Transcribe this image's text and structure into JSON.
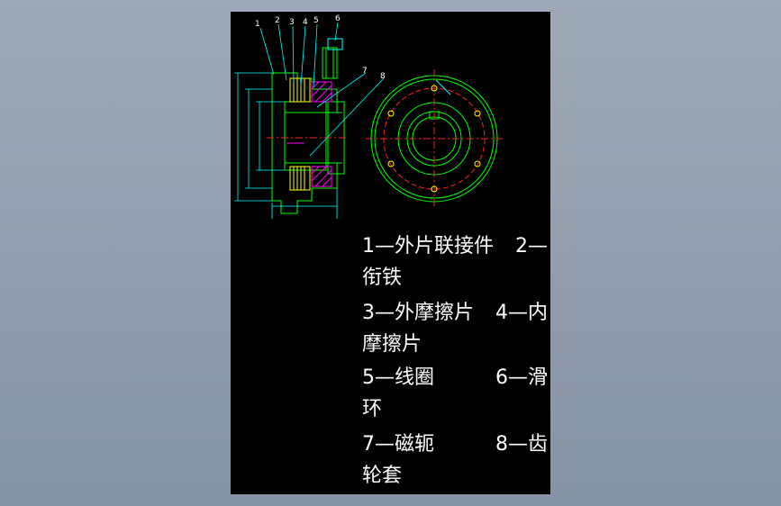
{
  "colors": {
    "background": "#8a96a8",
    "sheet": "#000000",
    "outline": "#00ff00",
    "dimension": "#00ffff",
    "centerline": "#ff2020",
    "hatch": "#ff00ff",
    "leader": "#00ffff",
    "text": "#ffffff",
    "yellow": "#ffff00"
  },
  "callouts": [
    "1",
    "2",
    "3",
    "4",
    "5",
    "6",
    "7",
    "8"
  ],
  "legend": {
    "rows": [
      {
        "left": "1—外片联接件",
        "right": "2—",
        "cont": "衔铁"
      },
      {
        "left": "3—外摩擦片",
        "right": "4—内",
        "cont": "摩擦片"
      },
      {
        "left": "5—线圈",
        "right": "6—滑",
        "cont": "环"
      },
      {
        "left": "7—磁轭",
        "right": "8—齿",
        "cont": "轮套"
      }
    ]
  }
}
